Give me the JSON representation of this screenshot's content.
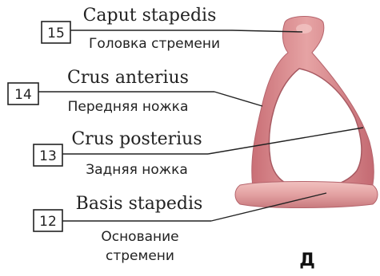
{
  "labels": [
    {
      "number": "15",
      "latin": "Caput stapedis",
      "russian": [
        "Головка стремени"
      ]
    },
    {
      "number": "14",
      "latin": "Crus anterius",
      "russian": [
        "Передняя ножка"
      ]
    },
    {
      "number": "13",
      "latin": "Crus posterius",
      "russian": [
        "Задняя ножка"
      ]
    },
    {
      "number": "12",
      "latin": "Basis stapedis",
      "russian": [
        "Основание",
        "стремени"
      ]
    }
  ],
  "figure_letter": "Д",
  "colors": {
    "bone": "#d9878a",
    "bone_dark": "#b8676d",
    "bone_light": "#efb9b8",
    "text": "#222222"
  }
}
